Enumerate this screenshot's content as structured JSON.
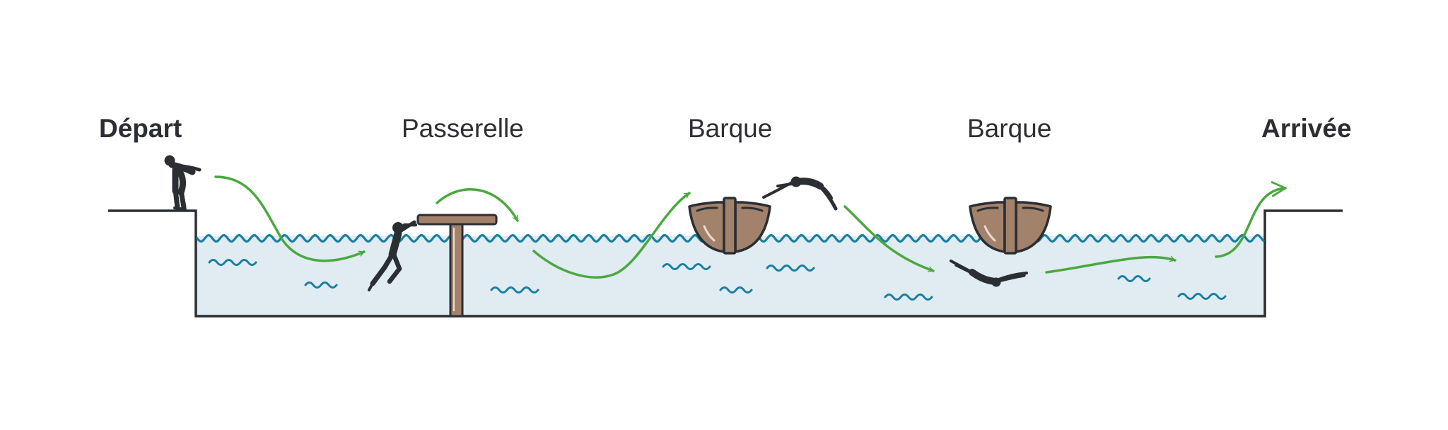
{
  "labels": {
    "start": "Départ",
    "footbridge": "Passerelle",
    "boat1": "Barque",
    "boat2": "Barque",
    "finish": "Arrivée"
  },
  "colors": {
    "outline": "#2b2e33",
    "water": "#e0ebf2",
    "wave": "#1a7fa0",
    "arrow": "#4aa83f",
    "wood": "#a3826c",
    "silhouette": "#2b2e33"
  },
  "icons": [
    "diver-icon",
    "climber-icon",
    "jumper-icon",
    "swimmer-icon",
    "rowboat-icon",
    "footbridge-icon"
  ]
}
